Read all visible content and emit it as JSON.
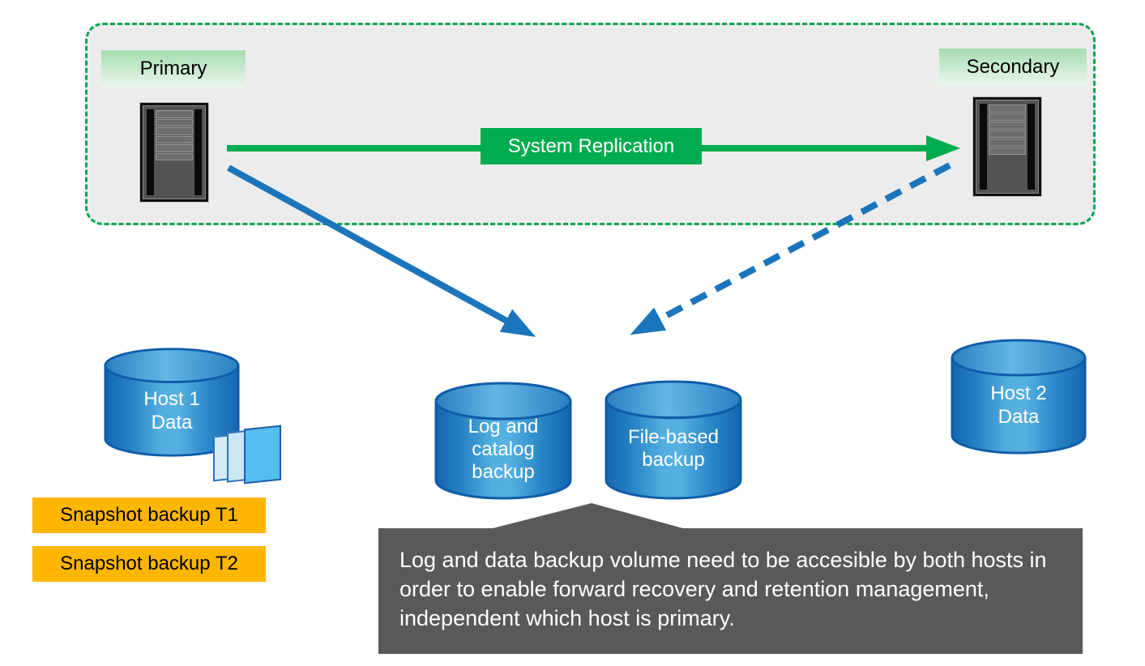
{
  "colors": {
    "green": "#00AC4F",
    "panel_border_green": "#00A651",
    "panel_bg": "#ECECEC",
    "role_label_green_top": "#A6DBAE",
    "role_label_green_bottom": "#EAF6EC",
    "blue_arrow": "#1B75BC",
    "cylinder_blue_dark": "#1466AE",
    "cylinder_blue_light": "#56B1E1",
    "cylinder_border": "#0F5CA8",
    "snapshot_orange": "#FFB600",
    "snapshot_page_blue": "#55BEEE",
    "callout_gray": "#595959"
  },
  "panel": {
    "primary_label": "Primary",
    "secondary_label": "Secondary",
    "replication_label": "System Replication"
  },
  "cylinders": {
    "host1": "Host 1\nData",
    "log": "Log and\ncatalog\nbackup",
    "file": "File-based\nbackup",
    "host2": "Host 2\nData"
  },
  "snapshots": {
    "t1": "Snapshot backup T1",
    "t2": "Snapshot backup T2"
  },
  "callout": {
    "text": "Log and data backup volume need to be accesible by both hosts in order to enable forward recovery and retention management, independent which host is primary."
  },
  "icons": {
    "primary_server": "server-tower-icon",
    "secondary_server": "server-tower-icon",
    "snapshot_pages": "snapshot-pages-icon",
    "solid_blue_arrow": "backup-write-arrow",
    "dashed_blue_arrow": "backup-access-arrow",
    "green_arrow": "system-replication-arrow"
  }
}
